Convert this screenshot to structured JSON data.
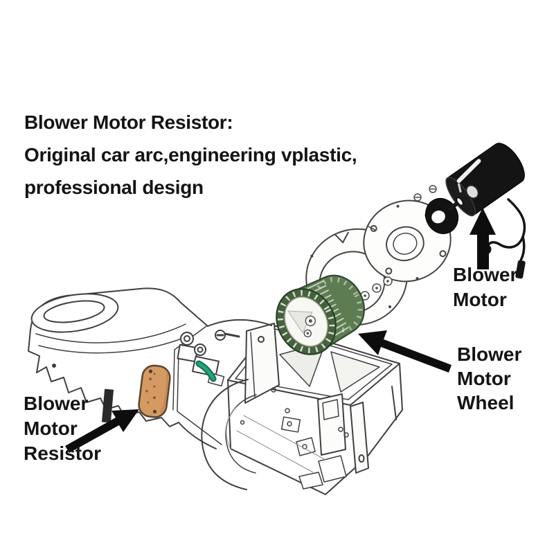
{
  "description": {
    "line1": "Blower Motor Resistor:",
    "line2": "Original car arc,engineering vplastic,",
    "line3": "professional design"
  },
  "callouts": {
    "blower_motor": {
      "lines": [
        "Blower",
        "Motor"
      ]
    },
    "blower_motor_wheel": {
      "lines": [
        "Blower",
        "Motor",
        "Wheel"
      ]
    },
    "blower_motor_resistor": {
      "lines": [
        "Blower",
        "Motor",
        "Resistor"
      ]
    }
  },
  "parts": [
    {
      "name": "blower-motor"
    },
    {
      "name": "blower-motor-wheel"
    },
    {
      "name": "blower-motor-resistor"
    },
    {
      "name": "mounting-plate"
    },
    {
      "name": "gasket-ring"
    },
    {
      "name": "rubber-grommet"
    },
    {
      "name": "retaining-clip"
    },
    {
      "name": "hvac-housing"
    }
  ],
  "colors": {
    "paper": "#ffffff",
    "text": "#141414",
    "arrow": "#0d0d0d",
    "line_art": "#3f3f3f",
    "wheel_green": "#5d7c52",
    "wheel_green_dark": "#46613e",
    "wheel_stroke": "#2c452a",
    "resistor_orange": "#d49a62",
    "clip_teal": "#23a37c",
    "motor_black": "#141414"
  }
}
